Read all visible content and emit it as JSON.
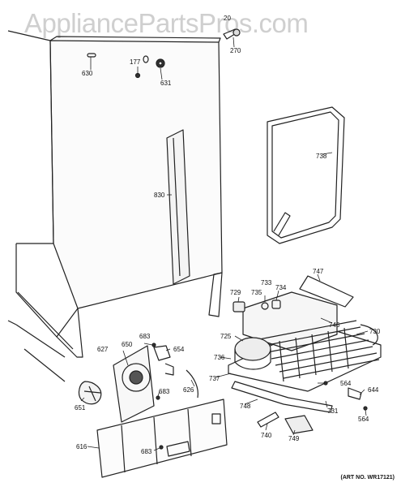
{
  "watermark": "AppliancePartsPros.com",
  "art_number": "(ART NO. WR17121)",
  "callouts": {
    "p630": "630",
    "p177": "177",
    "p631": "631",
    "p270": "270",
    "p20": "20",
    "p738": "738",
    "p830": "830",
    "p747": "747",
    "p729": "729",
    "p733": "733",
    "p735": "735",
    "p734": "734",
    "p746": "746",
    "p725": "725",
    "p730": "730",
    "p683a": "683",
    "p650": "650",
    "p654": "654",
    "p627": "627",
    "p736": "736",
    "p737": "737",
    "p626": "626",
    "p683b": "683",
    "p564a": "564",
    "p644": "644",
    "p651": "651",
    "p748": "748",
    "p731": "731",
    "p564b": "564",
    "p740": "740",
    "p749": "749",
    "p616": "616",
    "p683c": "683"
  }
}
